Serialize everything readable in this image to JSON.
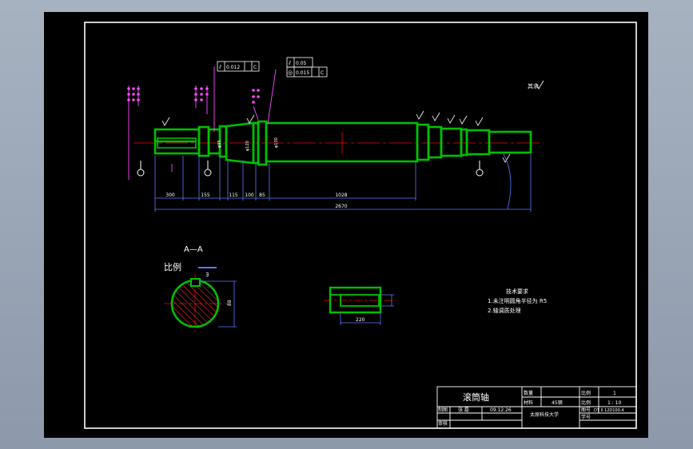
{
  "colors": {
    "background": "#000000",
    "frame": "#ffffff",
    "part": "#00c000",
    "centerline": "#ff0000",
    "dimension": "#5a7bff",
    "leader": "#ff4aff",
    "text": "#ffffff",
    "hatch": "#ff3030",
    "window_gradient_top": "#a7b2c1",
    "window_gradient_bottom": "#8d99ab"
  },
  "tolerance_frames": {
    "left": {
      "symbol": "⫽",
      "value": "0.012",
      "datum": "C"
    },
    "right": {
      "symbol": "⫽",
      "value": "0.05",
      "symbol2": "◎",
      "value2": "0.015",
      "datum2": "C"
    }
  },
  "roughness_note": "其余",
  "dimensions": {
    "segments": [
      "300",
      "155",
      "",
      "115",
      "100",
      "85",
      "1028"
    ],
    "overall": "2670",
    "keyway_length": "220"
  },
  "section": {
    "title": "A—A",
    "scale_label": "比例",
    "scale_value": "3",
    "diameter_label": "88"
  },
  "technical_requirements": {
    "heading": "技术要求",
    "items": [
      "1.未注明圆角半径为 R5",
      "2.轴调质处理"
    ]
  },
  "title_block": {
    "part_name": "滚筒轴",
    "quantity_label": "数量",
    "quantity_value": "1",
    "material_label": "材料",
    "material_value": "45钢",
    "scale_label": "比例",
    "scale_value": "1 : 10",
    "drawing_label": "制图",
    "drawer_name": "张   磊",
    "date": "09.12.26",
    "school": "太原科技大学",
    "drawing_no_label": "图号",
    "drawing_no_value": "DT II 12D100.4",
    "review_label": "审核",
    "student_no_label": "学号"
  }
}
